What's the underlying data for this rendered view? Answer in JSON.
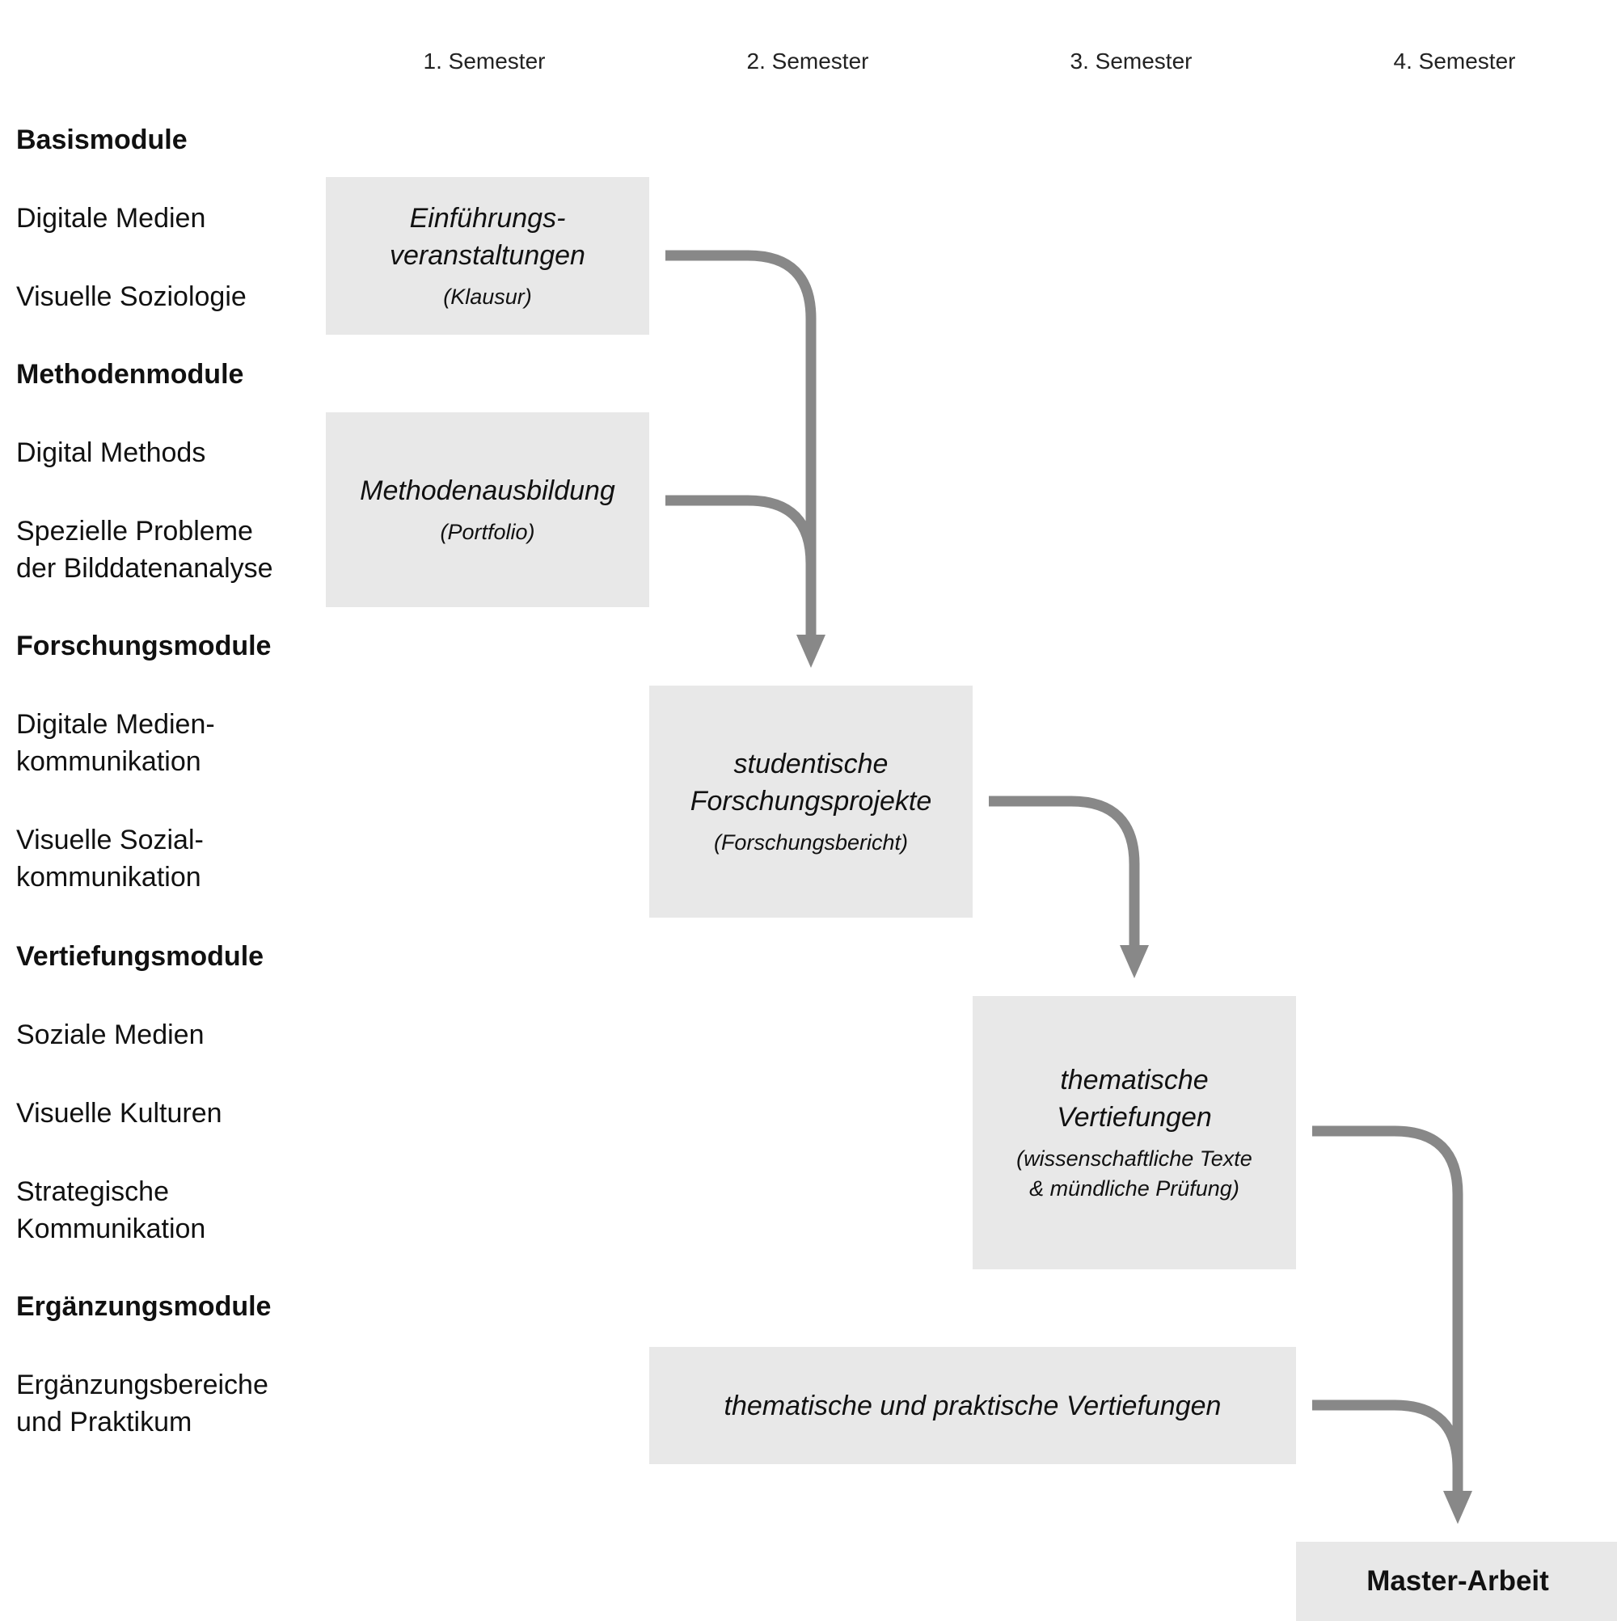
{
  "semesters": [
    "1. Semester",
    "2. Semester",
    "3. Semester",
    "4. Semester"
  ],
  "rows": {
    "basis": "Basismodule",
    "digitale_medien": "Digitale Medien",
    "visuelle_soziologie": "Visuelle Soziologie",
    "methoden": "Methodenmodule",
    "digital_methods": "Digital Methods",
    "spezielle_probleme": [
      "Spezielle Probleme",
      "der Bilddatenanalyse"
    ],
    "forschung": "Forschungsmodule",
    "digitale_medienkommunikation": [
      "Digitale Medien-",
      "kommunikation"
    ],
    "visuelle_sozialkommunikation": [
      "Visuelle Sozial-",
      "kommunikation"
    ],
    "vertiefung": "Vertiefungsmodule",
    "soziale_medien": "Soziale Medien",
    "visuelle_kulturen": "Visuelle Kulturen",
    "strategische_kommunikation": [
      "Strategische",
      "Kommunikation"
    ],
    "ergaenzung": "Ergänzungsmodule",
    "ergaenzungsbereiche": [
      "Ergänzungsbereiche",
      "und Praktikum"
    ]
  },
  "boxes": {
    "einfuehrung": {
      "title": [
        "Einführungs-",
        "veranstaltungen"
      ],
      "exam": "(Klausur)"
    },
    "methodenausbildung": {
      "title": "Methodenausbildung",
      "exam": "(Portfolio)"
    },
    "forschungsprojekte": {
      "title": [
        "studentische",
        "Forschungsprojekte"
      ],
      "exam": "(Forschungsbericht)"
    },
    "vertiefungen": {
      "title": [
        "thematische",
        "Vertiefungen"
      ],
      "exam": [
        "(wissenschaftliche Texte",
        "& mündliche Prüfung)"
      ]
    },
    "praktisch": {
      "title": "thematische und praktische Vertiefungen"
    },
    "master": {
      "title": "Master-Arbeit"
    }
  },
  "colors": {
    "box_fill": "#e8e8e8",
    "arrow": "#888888",
    "text": "#111111"
  }
}
